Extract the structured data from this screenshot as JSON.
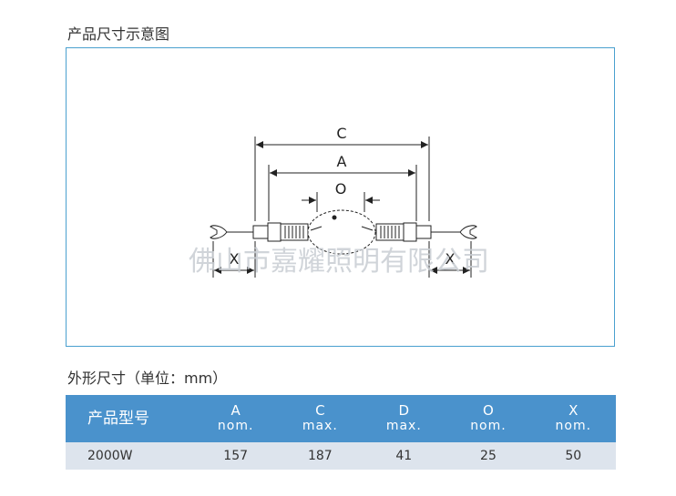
{
  "titles": {
    "diagram": "产品尺寸示意图",
    "dimensions": "外形尺寸（单位：mm）"
  },
  "diagram": {
    "labels": {
      "C": "C",
      "A": "A",
      "O": "O",
      "X_left": "X",
      "X_right": "X"
    },
    "watermark": "佛山市嘉耀照明有限公司"
  },
  "table": {
    "header_first": "产品型号",
    "columns": [
      {
        "letter": "A",
        "qualifier": "nom."
      },
      {
        "letter": "C",
        "qualifier": "max."
      },
      {
        "letter": "D",
        "qualifier": "max."
      },
      {
        "letter": "O",
        "qualifier": "nom."
      },
      {
        "letter": "X",
        "qualifier": "nom."
      }
    ],
    "rows": [
      {
        "model": "2000W",
        "values": [
          "157",
          "187",
          "41",
          "25",
          "50"
        ]
      }
    ]
  },
  "colors": {
    "box_border": "#4aa0cf",
    "header_bg": "#4a92cc",
    "row_bg": "#dde4ed"
  }
}
